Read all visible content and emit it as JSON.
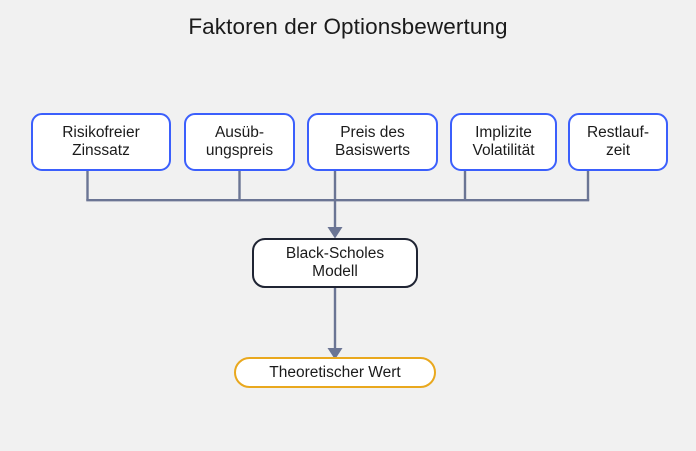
{
  "diagram": {
    "title": "Faktoren der Optionsbewertung",
    "background_color": "#f1f1f1",
    "factor_border_color": "#3b5ffc",
    "model_border_color": "#1f2433",
    "result_border_color": "#e9a81e",
    "connector_color": "#6b7594",
    "factors": [
      {
        "label": "Risikofreier\nZinssatz"
      },
      {
        "label": "Ausüb-\nungspreis"
      },
      {
        "label": "Preis des\nBasiswerts"
      },
      {
        "label": "Implizite\nVolatilität"
      },
      {
        "label": "Restlauf-\nzeit"
      }
    ],
    "model": {
      "label": "Black-Scholes\nModell"
    },
    "result": {
      "label": "Theoretischer Wert"
    }
  }
}
